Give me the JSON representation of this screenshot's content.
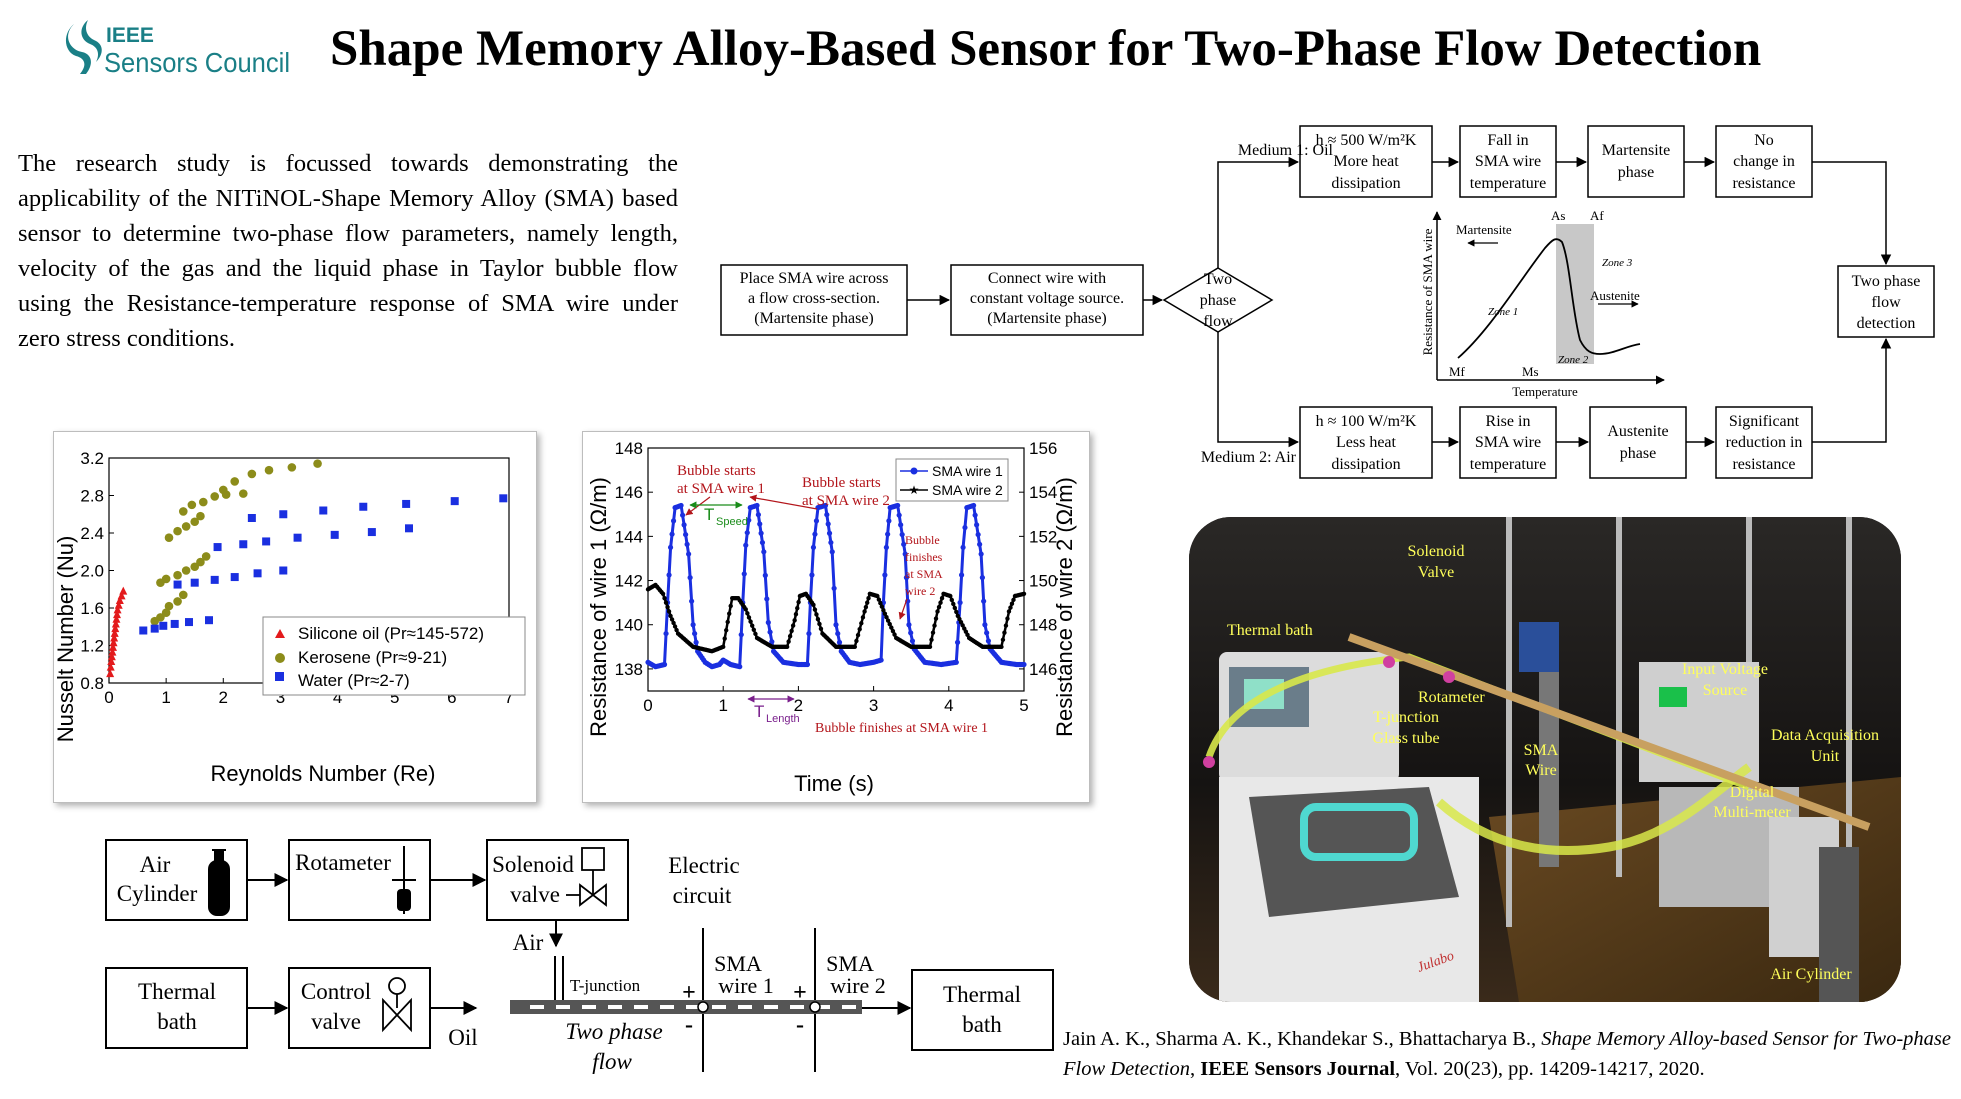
{
  "header": {
    "logo_top": "IEEE",
    "logo_bottom": "Sensors Council",
    "title": "Shape Memory Alloy-Based Sensor for Two-Phase Flow Detection"
  },
  "colors": {
    "logo_teal": "#1a7f86",
    "red": "#e31a1c",
    "olive": "#8c8c1a",
    "blue": "#1a2fe0",
    "dark_red": "#b3151b",
    "purple": "#7a1f8c",
    "green": "#1a8c1a",
    "cable_yellow": "#d8e84a"
  },
  "abstract": "The research study is focussed towards demonstrating the applicability of the NITiNOL-Shape Memory Alloy (SMA) based sensor to determine two-phase flow parameters, namely length, velocity of the gas and the liquid phase in Taylor bubble flow using the Resistance-temperature response of SMA wire under zero stress conditions.",
  "flowchart": {
    "start_box": [
      "Place SMA wire across",
      "a flow cross-section.",
      "(Martensite phase)"
    ],
    "connect_box": [
      "Connect wire with",
      "constant voltage source.",
      "(Martensite phase)"
    ],
    "decision": [
      "Two",
      "phase",
      "flow"
    ],
    "medium1": "Medium 1: Oil",
    "medium2": "Medium 2: Air",
    "oil_boxes": [
      [
        "h ≈ 500 W/m²K",
        "More heat",
        "dissipation"
      ],
      [
        "Fall in",
        "SMA wire",
        "temperature"
      ],
      [
        "Martensite",
        "phase"
      ],
      [
        "No",
        "change in",
        "resistance"
      ]
    ],
    "air_boxes": [
      [
        "h ≈ 100 W/m²K",
        "Less heat",
        "dissipation"
      ],
      [
        "Rise in",
        "SMA wire",
        "temperature"
      ],
      [
        "Austenite",
        "phase"
      ],
      [
        "Significant",
        "reduction in",
        "resistance"
      ]
    ],
    "result_box": [
      "Two phase",
      "flow",
      "detection"
    ],
    "inset": {
      "ylabel": "Resistance of SMA wire",
      "xlabel": "Temperature",
      "martensite": "Martensite",
      "austenite": "Austenite",
      "zone1": "Zone 1",
      "zone2": "Zone 2",
      "zone3": "Zone 3",
      "as": "As",
      "af": "Af",
      "mf": "Mf",
      "ms": "Ms"
    }
  },
  "chart_data": [
    {
      "type": "scatter",
      "xlabel": "Reynolds Number (Re)",
      "ylabel": "Nusselt Number (Nu)",
      "xlim": [
        0,
        7
      ],
      "ylim": [
        0.8,
        3.2
      ],
      "xticks": [
        "0",
        "1",
        "2",
        "3",
        "4",
        "5",
        "6",
        "7"
      ],
      "yticks": [
        "0.8",
        "1.2",
        "1.6",
        "2.0",
        "2.4",
        "2.8",
        "3.2"
      ],
      "legend_position": "bottom-right",
      "series": [
        {
          "name": "Silicone oil (Pr≈145-572)",
          "marker": "triangle",
          "color": "#e31a1c",
          "points": [
            [
              0.02,
              0.9
            ],
            [
              0.03,
              0.97
            ],
            [
              0.04,
              1.03
            ],
            [
              0.05,
              1.08
            ],
            [
              0.06,
              1.13
            ],
            [
              0.07,
              1.18
            ],
            [
              0.08,
              1.23
            ],
            [
              0.09,
              1.28
            ],
            [
              0.1,
              1.33
            ],
            [
              0.11,
              1.38
            ],
            [
              0.12,
              1.43
            ],
            [
              0.13,
              1.48
            ],
            [
              0.14,
              1.53
            ],
            [
              0.15,
              1.58
            ],
            [
              0.17,
              1.63
            ],
            [
              0.19,
              1.68
            ],
            [
              0.22,
              1.73
            ],
            [
              0.25,
              1.78
            ]
          ]
        },
        {
          "name": "Kerosene (Pr≈9-21)",
          "marker": "circle",
          "color": "#8c8c1a",
          "points": [
            [
              0.8,
              1.46
            ],
            [
              0.9,
              1.5
            ],
            [
              1.0,
              1.55
            ],
            [
              1.05,
              1.62
            ],
            [
              1.2,
              1.67
            ],
            [
              1.3,
              1.74
            ],
            [
              0.9,
              1.87
            ],
            [
              1.0,
              1.91
            ],
            [
              1.2,
              1.95
            ],
            [
              1.35,
              2.0
            ],
            [
              1.5,
              2.04
            ],
            [
              1.6,
              2.09
            ],
            [
              1.7,
              2.15
            ],
            [
              1.05,
              2.35
            ],
            [
              1.2,
              2.42
            ],
            [
              1.35,
              2.47
            ],
            [
              1.5,
              2.52
            ],
            [
              1.6,
              2.58
            ],
            [
              1.3,
              2.63
            ],
            [
              1.45,
              2.7
            ],
            [
              1.65,
              2.73
            ],
            [
              1.85,
              2.79
            ],
            [
              2.05,
              2.81
            ],
            [
              2.35,
              2.82
            ],
            [
              2.0,
              2.86
            ],
            [
              2.2,
              2.95
            ],
            [
              2.5,
              3.03
            ],
            [
              2.8,
              3.07
            ],
            [
              3.2,
              3.1
            ],
            [
              3.65,
              3.14
            ]
          ]
        },
        {
          "name": "Water (Pr≈2-7)",
          "marker": "square",
          "color": "#1a2fe0",
          "points": [
            [
              0.6,
              1.36
            ],
            [
              0.8,
              1.38
            ],
            [
              0.95,
              1.41
            ],
            [
              1.15,
              1.43
            ],
            [
              1.4,
              1.45
            ],
            [
              1.75,
              1.47
            ],
            [
              1.2,
              1.85
            ],
            [
              1.5,
              1.87
            ],
            [
              1.85,
              1.9
            ],
            [
              2.2,
              1.93
            ],
            [
              2.6,
              1.97
            ],
            [
              3.05,
              2.0
            ],
            [
              1.9,
              2.25
            ],
            [
              2.35,
              2.28
            ],
            [
              2.75,
              2.31
            ],
            [
              3.3,
              2.35
            ],
            [
              3.95,
              2.38
            ],
            [
              4.6,
              2.41
            ],
            [
              5.25,
              2.45
            ],
            [
              2.5,
              2.56
            ],
            [
              3.05,
              2.6
            ],
            [
              3.75,
              2.64
            ],
            [
              4.45,
              2.68
            ],
            [
              5.2,
              2.71
            ],
            [
              6.05,
              2.74
            ],
            [
              6.9,
              2.77
            ]
          ]
        }
      ]
    },
    {
      "type": "line",
      "xlabel": "Time (s)",
      "ylabel": "Resistance of wire 1 (Ω/m)",
      "y2label": "Resistance of wire 2 (Ω/m)",
      "xlim": [
        0,
        5
      ],
      "ylim": [
        137,
        148
      ],
      "y2lim": [
        145,
        156
      ],
      "xticks": [
        "0",
        "1",
        "2",
        "3",
        "4",
        "5"
      ],
      "yticks": [
        "138",
        "140",
        "142",
        "144",
        "146",
        "148"
      ],
      "y2ticks": [
        "146",
        "148",
        "150",
        "152",
        "154",
        "156"
      ],
      "legend_position": "top-right",
      "series": [
        {
          "name": "SMA wire 1",
          "axis": "left",
          "color": "#1a2fe0",
          "points": [
            [
              0.0,
              138.3
            ],
            [
              0.1,
              138.1
            ],
            [
              0.22,
              138.2
            ],
            [
              0.26,
              141.0
            ],
            [
              0.3,
              143.5
            ],
            [
              0.36,
              145.3
            ],
            [
              0.44,
              145.4
            ],
            [
              0.54,
              143.2
            ],
            [
              0.6,
              140.0
            ],
            [
              0.66,
              138.8
            ],
            [
              0.76,
              138.3
            ],
            [
              0.85,
              138.1
            ],
            [
              0.95,
              138.2
            ],
            [
              1.0,
              138.4
            ],
            [
              1.1,
              138.2
            ],
            [
              1.22,
              138.1
            ],
            [
              1.26,
              141.0
            ],
            [
              1.3,
              143.6
            ],
            [
              1.36,
              145.3
            ],
            [
              1.45,
              145.4
            ],
            [
              1.54,
              143.3
            ],
            [
              1.6,
              140.1
            ],
            [
              1.67,
              138.8
            ],
            [
              1.8,
              138.3
            ],
            [
              2.0,
              138.2
            ],
            [
              2.12,
              138.2
            ],
            [
              2.16,
              141.0
            ],
            [
              2.2,
              143.5
            ],
            [
              2.26,
              145.3
            ],
            [
              2.36,
              145.4
            ],
            [
              2.45,
              143.3
            ],
            [
              2.5,
              140.0
            ],
            [
              2.57,
              138.8
            ],
            [
              2.68,
              138.3
            ],
            [
              2.82,
              138.2
            ],
            [
              3.0,
              138.3
            ],
            [
              3.1,
              138.4
            ],
            [
              3.13,
              141.0
            ],
            [
              3.17,
              143.5
            ],
            [
              3.22,
              145.3
            ],
            [
              3.32,
              145.4
            ],
            [
              3.42,
              143.2
            ],
            [
              3.47,
              140.0
            ],
            [
              3.54,
              138.9
            ],
            [
              3.68,
              138.3
            ],
            [
              3.9,
              138.2
            ],
            [
              4.1,
              138.3
            ],
            [
              4.15,
              141.0
            ],
            [
              4.19,
              143.5
            ],
            [
              4.24,
              145.3
            ],
            [
              4.33,
              145.4
            ],
            [
              4.43,
              143.2
            ],
            [
              4.48,
              140.0
            ],
            [
              4.55,
              138.9
            ],
            [
              4.7,
              138.3
            ],
            [
              4.9,
              138.2
            ],
            [
              5.0,
              138.2
            ]
          ]
        },
        {
          "name": "SMA wire 2",
          "axis": "right",
          "color": "#000000",
          "points": [
            [
              0.0,
              149.6
            ],
            [
              0.1,
              149.8
            ],
            [
              0.2,
              149.4
            ],
            [
              0.3,
              148.4
            ],
            [
              0.4,
              147.6
            ],
            [
              0.6,
              147.0
            ],
            [
              0.85,
              146.8
            ],
            [
              1.0,
              147.0
            ],
            [
              1.08,
              148.5
            ],
            [
              1.12,
              149.2
            ],
            [
              1.2,
              149.2
            ],
            [
              1.3,
              148.7
            ],
            [
              1.45,
              147.4
            ],
            [
              1.65,
              147.0
            ],
            [
              1.85,
              147.0
            ],
            [
              1.95,
              148.2
            ],
            [
              2.02,
              149.3
            ],
            [
              2.1,
              149.4
            ],
            [
              2.2,
              148.9
            ],
            [
              2.32,
              147.6
            ],
            [
              2.5,
              147.0
            ],
            [
              2.75,
              147.0
            ],
            [
              2.88,
              148.6
            ],
            [
              2.95,
              149.4
            ],
            [
              3.05,
              149.3
            ],
            [
              3.15,
              148.5
            ],
            [
              3.3,
              147.4
            ],
            [
              3.5,
              147.0
            ],
            [
              3.75,
              147.0
            ],
            [
              3.85,
              148.6
            ],
            [
              3.93,
              149.4
            ],
            [
              4.02,
              149.3
            ],
            [
              4.12,
              148.4
            ],
            [
              4.27,
              147.4
            ],
            [
              4.45,
              147.0
            ],
            [
              4.7,
              147.0
            ],
            [
              4.8,
              148.6
            ],
            [
              4.88,
              149.3
            ],
            [
              5.0,
              149.4
            ]
          ]
        }
      ],
      "annotations": {
        "bubble_start_1": [
          "Bubble starts",
          "at SMA wire 1"
        ],
        "bubble_start_2": [
          "Bubble starts",
          "at SMA wire 2"
        ],
        "bubble_finish_2": [
          "Bubble",
          "finishes",
          "at SMA",
          "wire 2"
        ],
        "bubble_finish_1": "Bubble finishes at SMA wire 1",
        "t_speed": "T",
        "t_speed_sub": "Speed",
        "t_length": "T",
        "t_length_sub": "Length"
      }
    }
  ],
  "schematic": {
    "air_cylinder": [
      "Air",
      "Cylinder"
    ],
    "rotameter": "Rotameter",
    "solenoid": [
      "Solenoid",
      "valve"
    ],
    "thermal_bath_left": [
      "Thermal",
      "bath"
    ],
    "control_valve": [
      "Control",
      "valve"
    ],
    "thermal_bath_right": [
      "Thermal",
      "bath"
    ],
    "electric_circuit": [
      "Electric",
      "circuit"
    ],
    "air": "Air",
    "oil": "Oil",
    "t_junction": "T-junction",
    "sma1": [
      "SMA",
      "wire 1"
    ],
    "sma2": [
      "SMA",
      "wire 2"
    ],
    "two_phase": [
      "Two phase",
      "flow"
    ],
    "plus": "+",
    "minus": "-"
  },
  "photo_labels": {
    "solenoid": [
      "Solenoid",
      "Valve"
    ],
    "thermal_bath": "Thermal bath",
    "rotameter": "Rotameter",
    "t_junction": [
      "T-junction",
      "Glass tube"
    ],
    "sma_wire": [
      "SMA",
      "Wire"
    ],
    "input_voltage": [
      "Input Voltage",
      "Source"
    ],
    "daq": [
      "Data Acquisition",
      "Unit"
    ],
    "multimeter": [
      "Digital",
      "Multi-meter"
    ],
    "air_cylinder": "Air Cylinder",
    "brand": "Julabo"
  },
  "citation": {
    "authors": "Jain A. K., Sharma A. K., Khandekar S., Bhattacharya B., ",
    "title_italic": "Shape Memory Alloy-based Sensor for Two-phase Flow Detection",
    "journal": "IEEE Sensors Journal",
    "details": ", Vol. 20(23), pp. 14209-14217, 2020."
  }
}
